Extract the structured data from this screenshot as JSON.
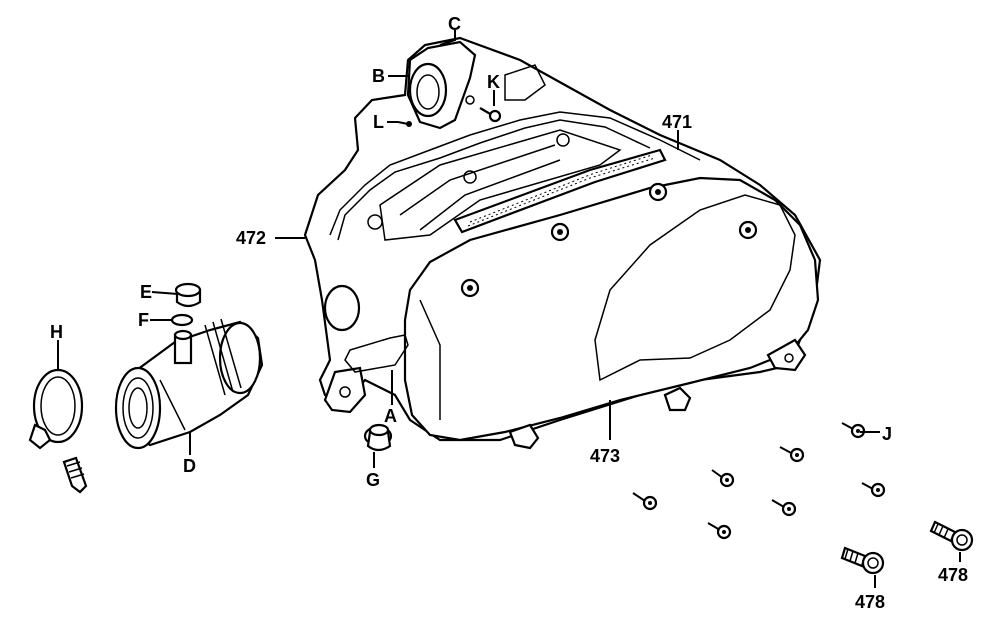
{
  "labels": {
    "C": "C",
    "B": "B",
    "K": "K",
    "L": "L",
    "n471": "471",
    "n472": "472",
    "E": "E",
    "F": "F",
    "H": "H",
    "D": "D",
    "A": "A",
    "G": "G",
    "n473": "473",
    "J": "J",
    "n478a": "478",
    "n478b": "478"
  }
}
